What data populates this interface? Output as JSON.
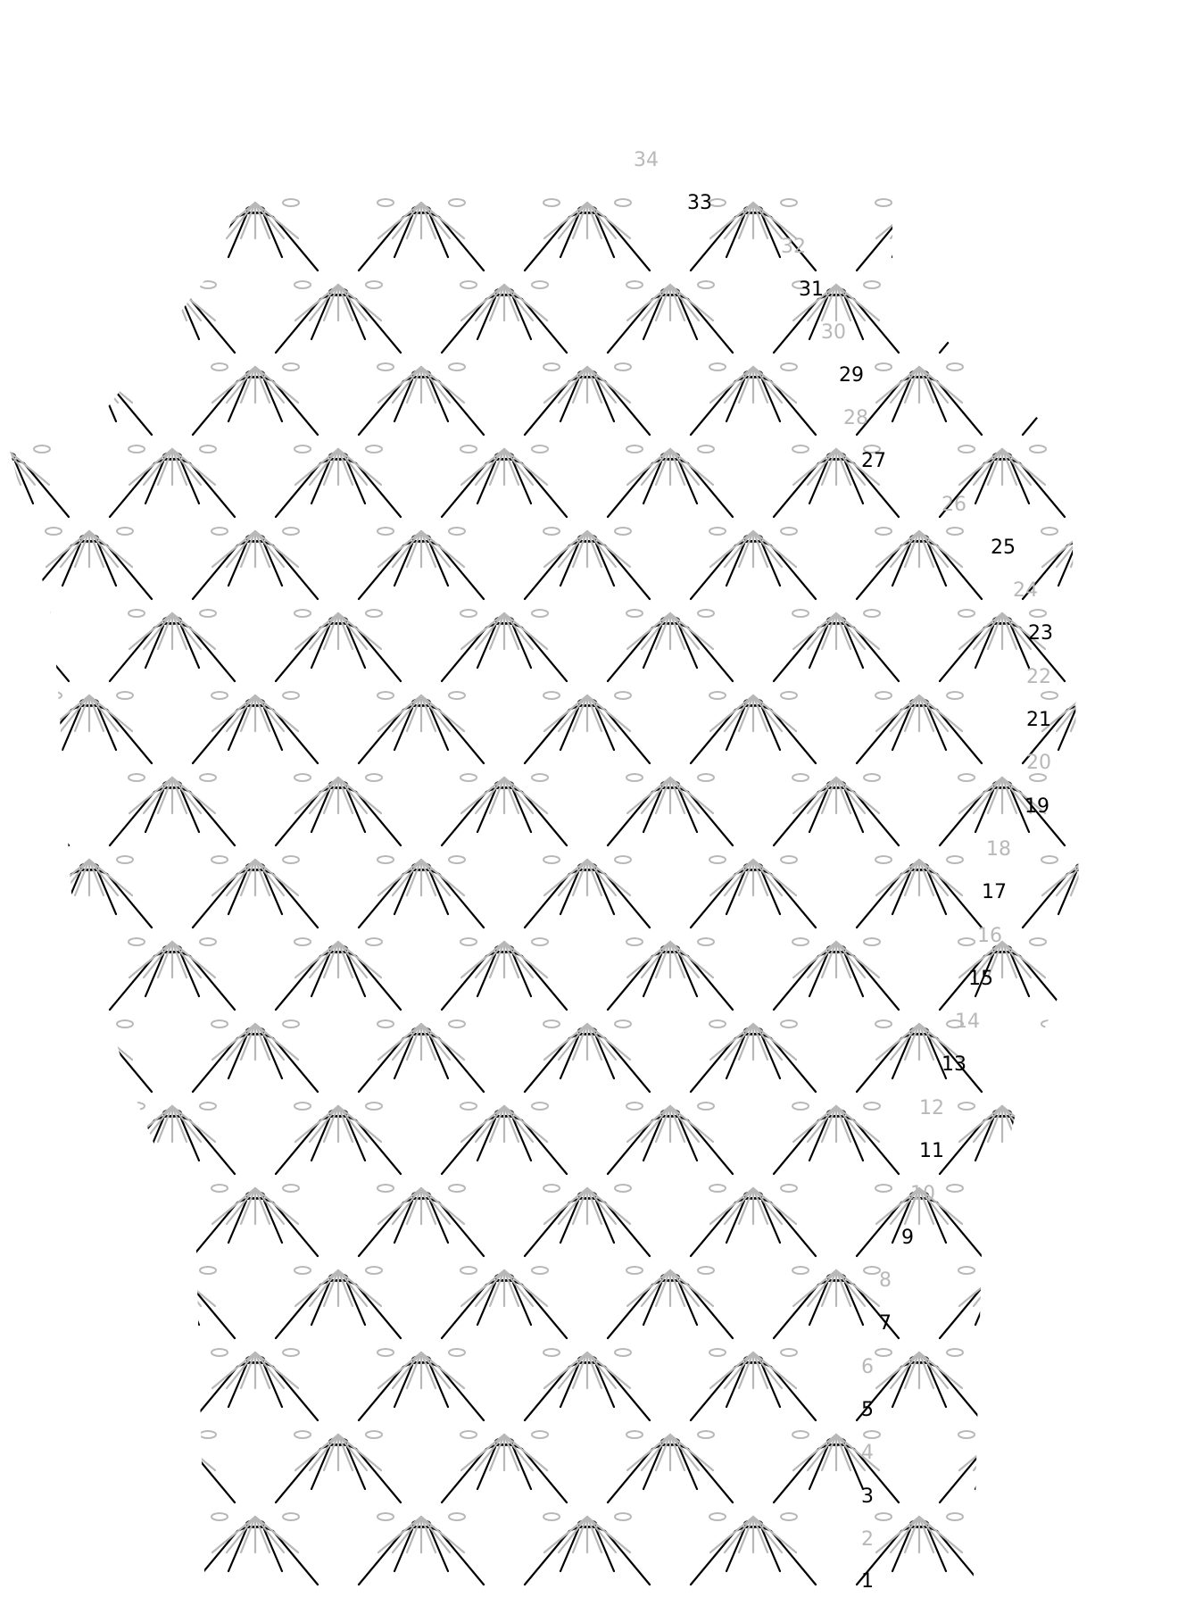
{
  "diagram": {
    "type": "crochet-stitch-chart",
    "colors": {
      "odd_rows": "#000000",
      "even_rows": "#b8b8b8"
    },
    "row_labels": [
      "1",
      "2",
      "3",
      "4",
      "5",
      "6",
      "7",
      "8",
      "9",
      "10",
      "11",
      "12",
      "13",
      "14",
      "15",
      "16",
      "17",
      "18",
      "19",
      "20",
      "21",
      "22",
      "23",
      "24",
      "25",
      "26",
      "27",
      "28",
      "29",
      "30",
      "31",
      "32",
      "33",
      "34"
    ]
  }
}
